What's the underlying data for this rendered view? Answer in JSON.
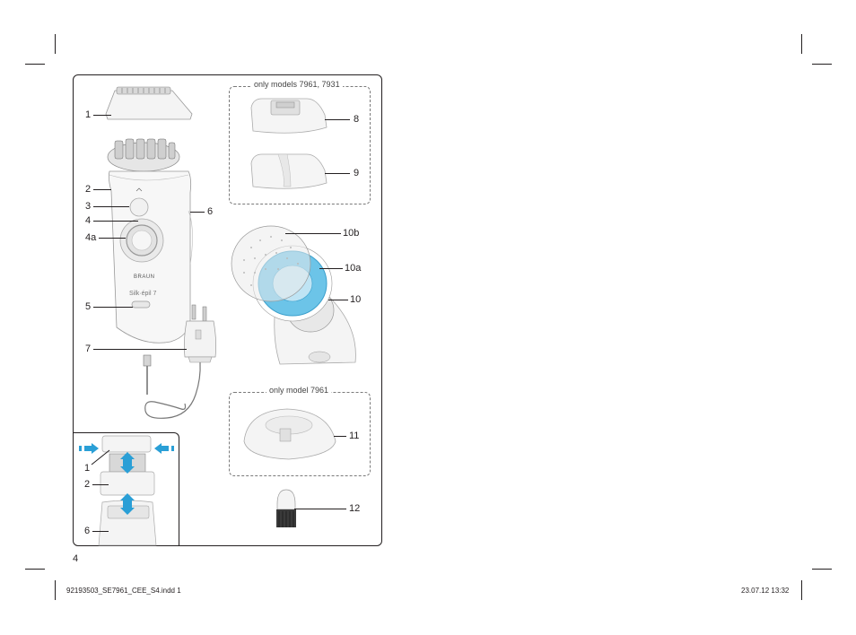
{
  "page_number": "4",
  "footer": {
    "file": "92193503_SE7961_CEE_S4.indd   1",
    "timestamp": "23.07.12   13:32"
  },
  "captions": {
    "models_7961_7931": "only models 7961, 7931",
    "model_7961": "only model 7961"
  },
  "device_brand": "BRAUN",
  "device_model": "Silk·épil 7",
  "labels": {
    "l1": "1",
    "l2": "2",
    "l3": "3",
    "l4": "4",
    "l4a": "4a",
    "l5": "5",
    "l6": "6",
    "l7": "7",
    "l8": "8",
    "l9": "9",
    "l10b": "10b",
    "l10a": "10a",
    "l10": "10",
    "l11": "11",
    "l12": "12",
    "inset_1": "1",
    "inset_2": "2",
    "inset_6": "6"
  },
  "colors": {
    "accent_blue": "#2a9fd6",
    "brush_blue": "#6cc4e8",
    "line": "#231f20"
  }
}
